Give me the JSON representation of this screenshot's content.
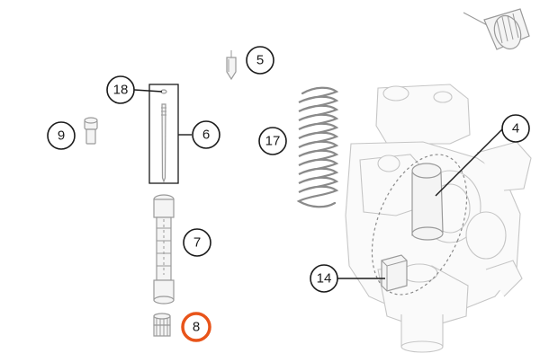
{
  "callouts": [
    {
      "id": "c5",
      "label": "5"
    },
    {
      "id": "c18",
      "label": "18"
    },
    {
      "id": "c6",
      "label": "6"
    },
    {
      "id": "c9",
      "label": "9"
    },
    {
      "id": "c17",
      "label": "17"
    },
    {
      "id": "c4",
      "label": "4"
    },
    {
      "id": "c7",
      "label": "7"
    },
    {
      "id": "c14",
      "label": "14"
    },
    {
      "id": "c8",
      "label": "8"
    }
  ],
  "colors": {
    "highlight": "#e8541a",
    "ink": "#1a1a1a",
    "part_stroke": "#9a9a9a"
  },
  "highlighted_callout": "8"
}
